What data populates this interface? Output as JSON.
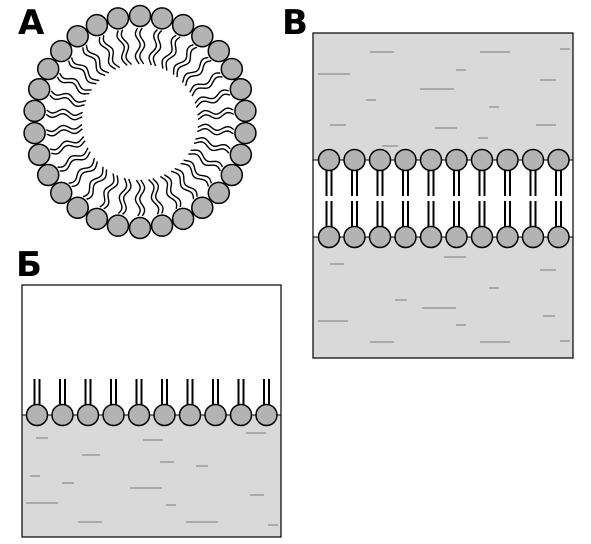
{
  "figure": {
    "panels": [
      {
        "id": "A",
        "label": "А",
        "structure": "micelle",
        "phospholipid_count": 30
      },
      {
        "id": "B",
        "label": "В",
        "structure": "bilayer",
        "phospholipids_per_layer": 10
      },
      {
        "id": "Б",
        "label": "Б",
        "structure": "monolayer",
        "phospholipid_count": 10
      }
    ],
    "colors": {
      "head": "#b3b3b3",
      "water": "#d9d9d9",
      "outline": "#000000",
      "water_dash": "#7a7a7a"
    }
  }
}
